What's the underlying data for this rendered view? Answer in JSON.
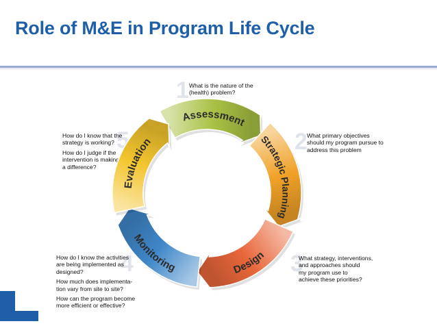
{
  "slide": {
    "title": "Role of M&E in Program Life Cycle",
    "title_color": "#1f5fa8",
    "accent_color": "#1f5fa8"
  },
  "cycle": {
    "stages": [
      {
        "number": "1",
        "label": "Assessment",
        "color": "#a8c144",
        "questions": [
          "What is the nature of the\n(health) problem?"
        ]
      },
      {
        "number": "2",
        "label": "Strategic Planning",
        "color": "#f0a128",
        "questions": [
          "What primary objectives\nshould my program pursue to\naddress this problem"
        ]
      },
      {
        "number": "3",
        "label": "Design",
        "color": "#e8663a",
        "questions": [
          "What strategy, interventions,\nand approaches should\nmy program use to\nachieve these priorities?"
        ]
      },
      {
        "number": "4",
        "label": "Monitoring",
        "color": "#3f86c8",
        "questions": [
          "How do I know the activities\nare being implemented as\ndesigned?",
          "How much does implementa-\ntion vary from site to site?",
          "How can the program become\nmore efficient or effective?"
        ]
      },
      {
        "number": "5",
        "label": "Evaluation",
        "color": "#f3c52e",
        "questions": [
          "How do I know that the\nstrategy is working?",
          "How do I judge if the\nintervention is making\na difference?"
        ]
      }
    ]
  }
}
